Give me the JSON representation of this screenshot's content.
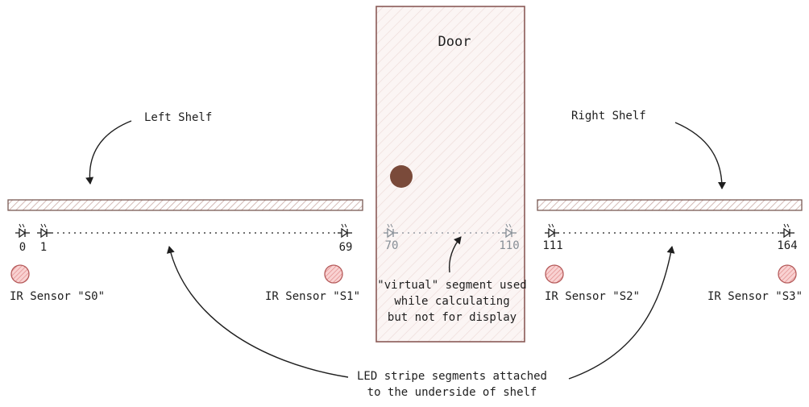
{
  "door": {
    "label": "Door"
  },
  "shelves": {
    "left_label": "Left Shelf",
    "right_label": "Right Shelf"
  },
  "led_indices": {
    "i0": "0",
    "i1": "1",
    "i69": "69",
    "i70": "70",
    "i110": "110",
    "i111": "111",
    "i164": "164"
  },
  "sensors": {
    "s0": "IR Sensor \"S0\"",
    "s1": "IR Sensor \"S1\"",
    "s2": "IR Sensor \"S2\"",
    "s3": "IR Sensor \"S3\""
  },
  "annotations": {
    "virtual": [
      "\"virtual\" segment used",
      "while calculating",
      "but not for display"
    ],
    "stripe": [
      "LED stripe segments attached",
      "to the underside of shelf"
    ]
  },
  "colors": {
    "ink": "#1e1e1e",
    "shelf_fill": "#c9b3ab",
    "door_stroke": "#8a5a56",
    "door_fill": "#fbf5f4",
    "knob": "#7a4a3a",
    "sensor_fill": "#f4a7a7",
    "sensor_stroke": "#b55a5a",
    "virtual_gray": "#868e96"
  },
  "icons": {
    "led": "led-diode-icon",
    "sensor": "ir-sensor-icon",
    "knob": "door-knob-icon"
  }
}
